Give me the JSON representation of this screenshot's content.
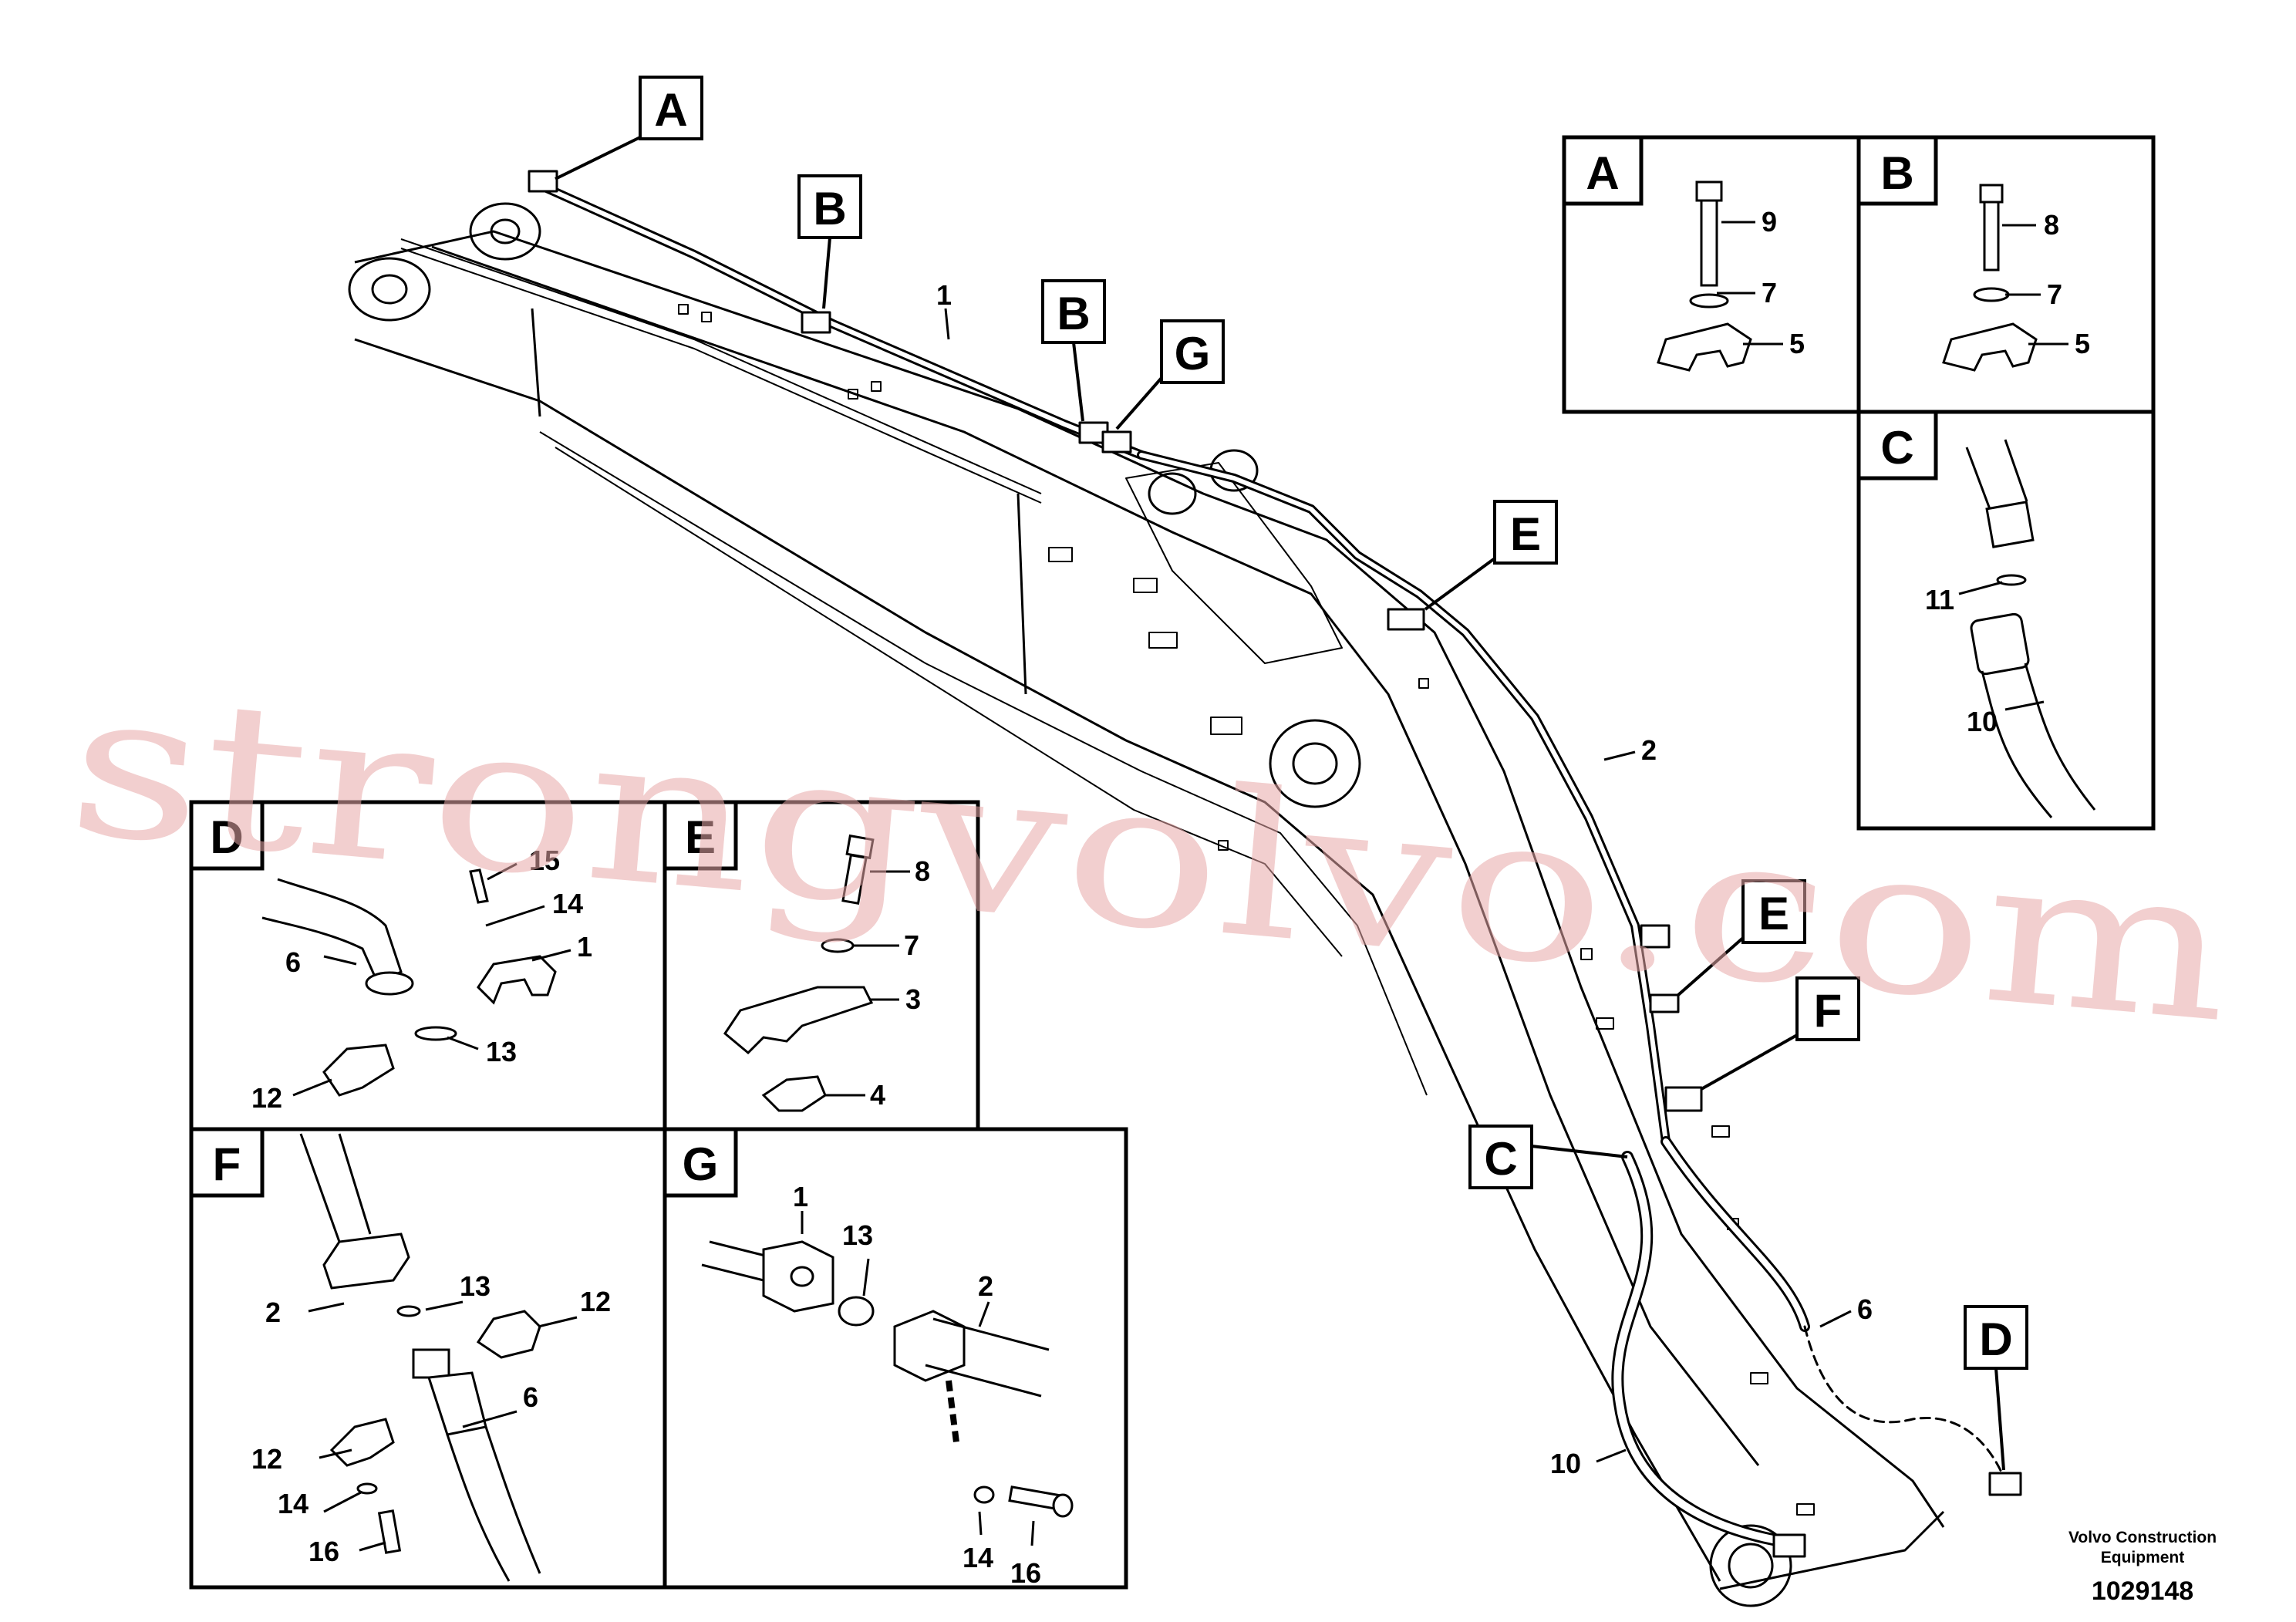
{
  "callouts": {
    "A": "A",
    "B": "B",
    "C": "C",
    "D": "D",
    "E": "E",
    "F": "F",
    "G": "G"
  },
  "main_labels": {
    "n1": "1",
    "n2": "2",
    "n6": "6",
    "n10": "10"
  },
  "panel_A": {
    "letter": "A",
    "labels": [
      "9",
      "7",
      "5"
    ]
  },
  "panel_B": {
    "letter": "B",
    "labels": [
      "8",
      "7",
      "5"
    ]
  },
  "panel_C": {
    "letter": "C",
    "labels": [
      "11",
      "10"
    ]
  },
  "panel_D": {
    "letter": "D",
    "labels": [
      "15",
      "14",
      "1",
      "6",
      "13",
      "12"
    ]
  },
  "panel_E": {
    "letter": "E",
    "labels": [
      "8",
      "7",
      "3",
      "4"
    ]
  },
  "panel_F": {
    "letter": "F",
    "labels": [
      "2",
      "13",
      "12",
      "6",
      "12",
      "14",
      "16"
    ]
  },
  "panel_G": {
    "letter": "G",
    "labels": [
      "1",
      "13",
      "2",
      "14",
      "16"
    ]
  },
  "watermark": "strongvolvo.com",
  "footer": {
    "company_line1": "Volvo Construction",
    "company_line2": "Equipment",
    "drawing_number": "1029148"
  },
  "colors": {
    "line": "#000000",
    "background": "#ffffff",
    "watermark": "#e8a8a8"
  }
}
